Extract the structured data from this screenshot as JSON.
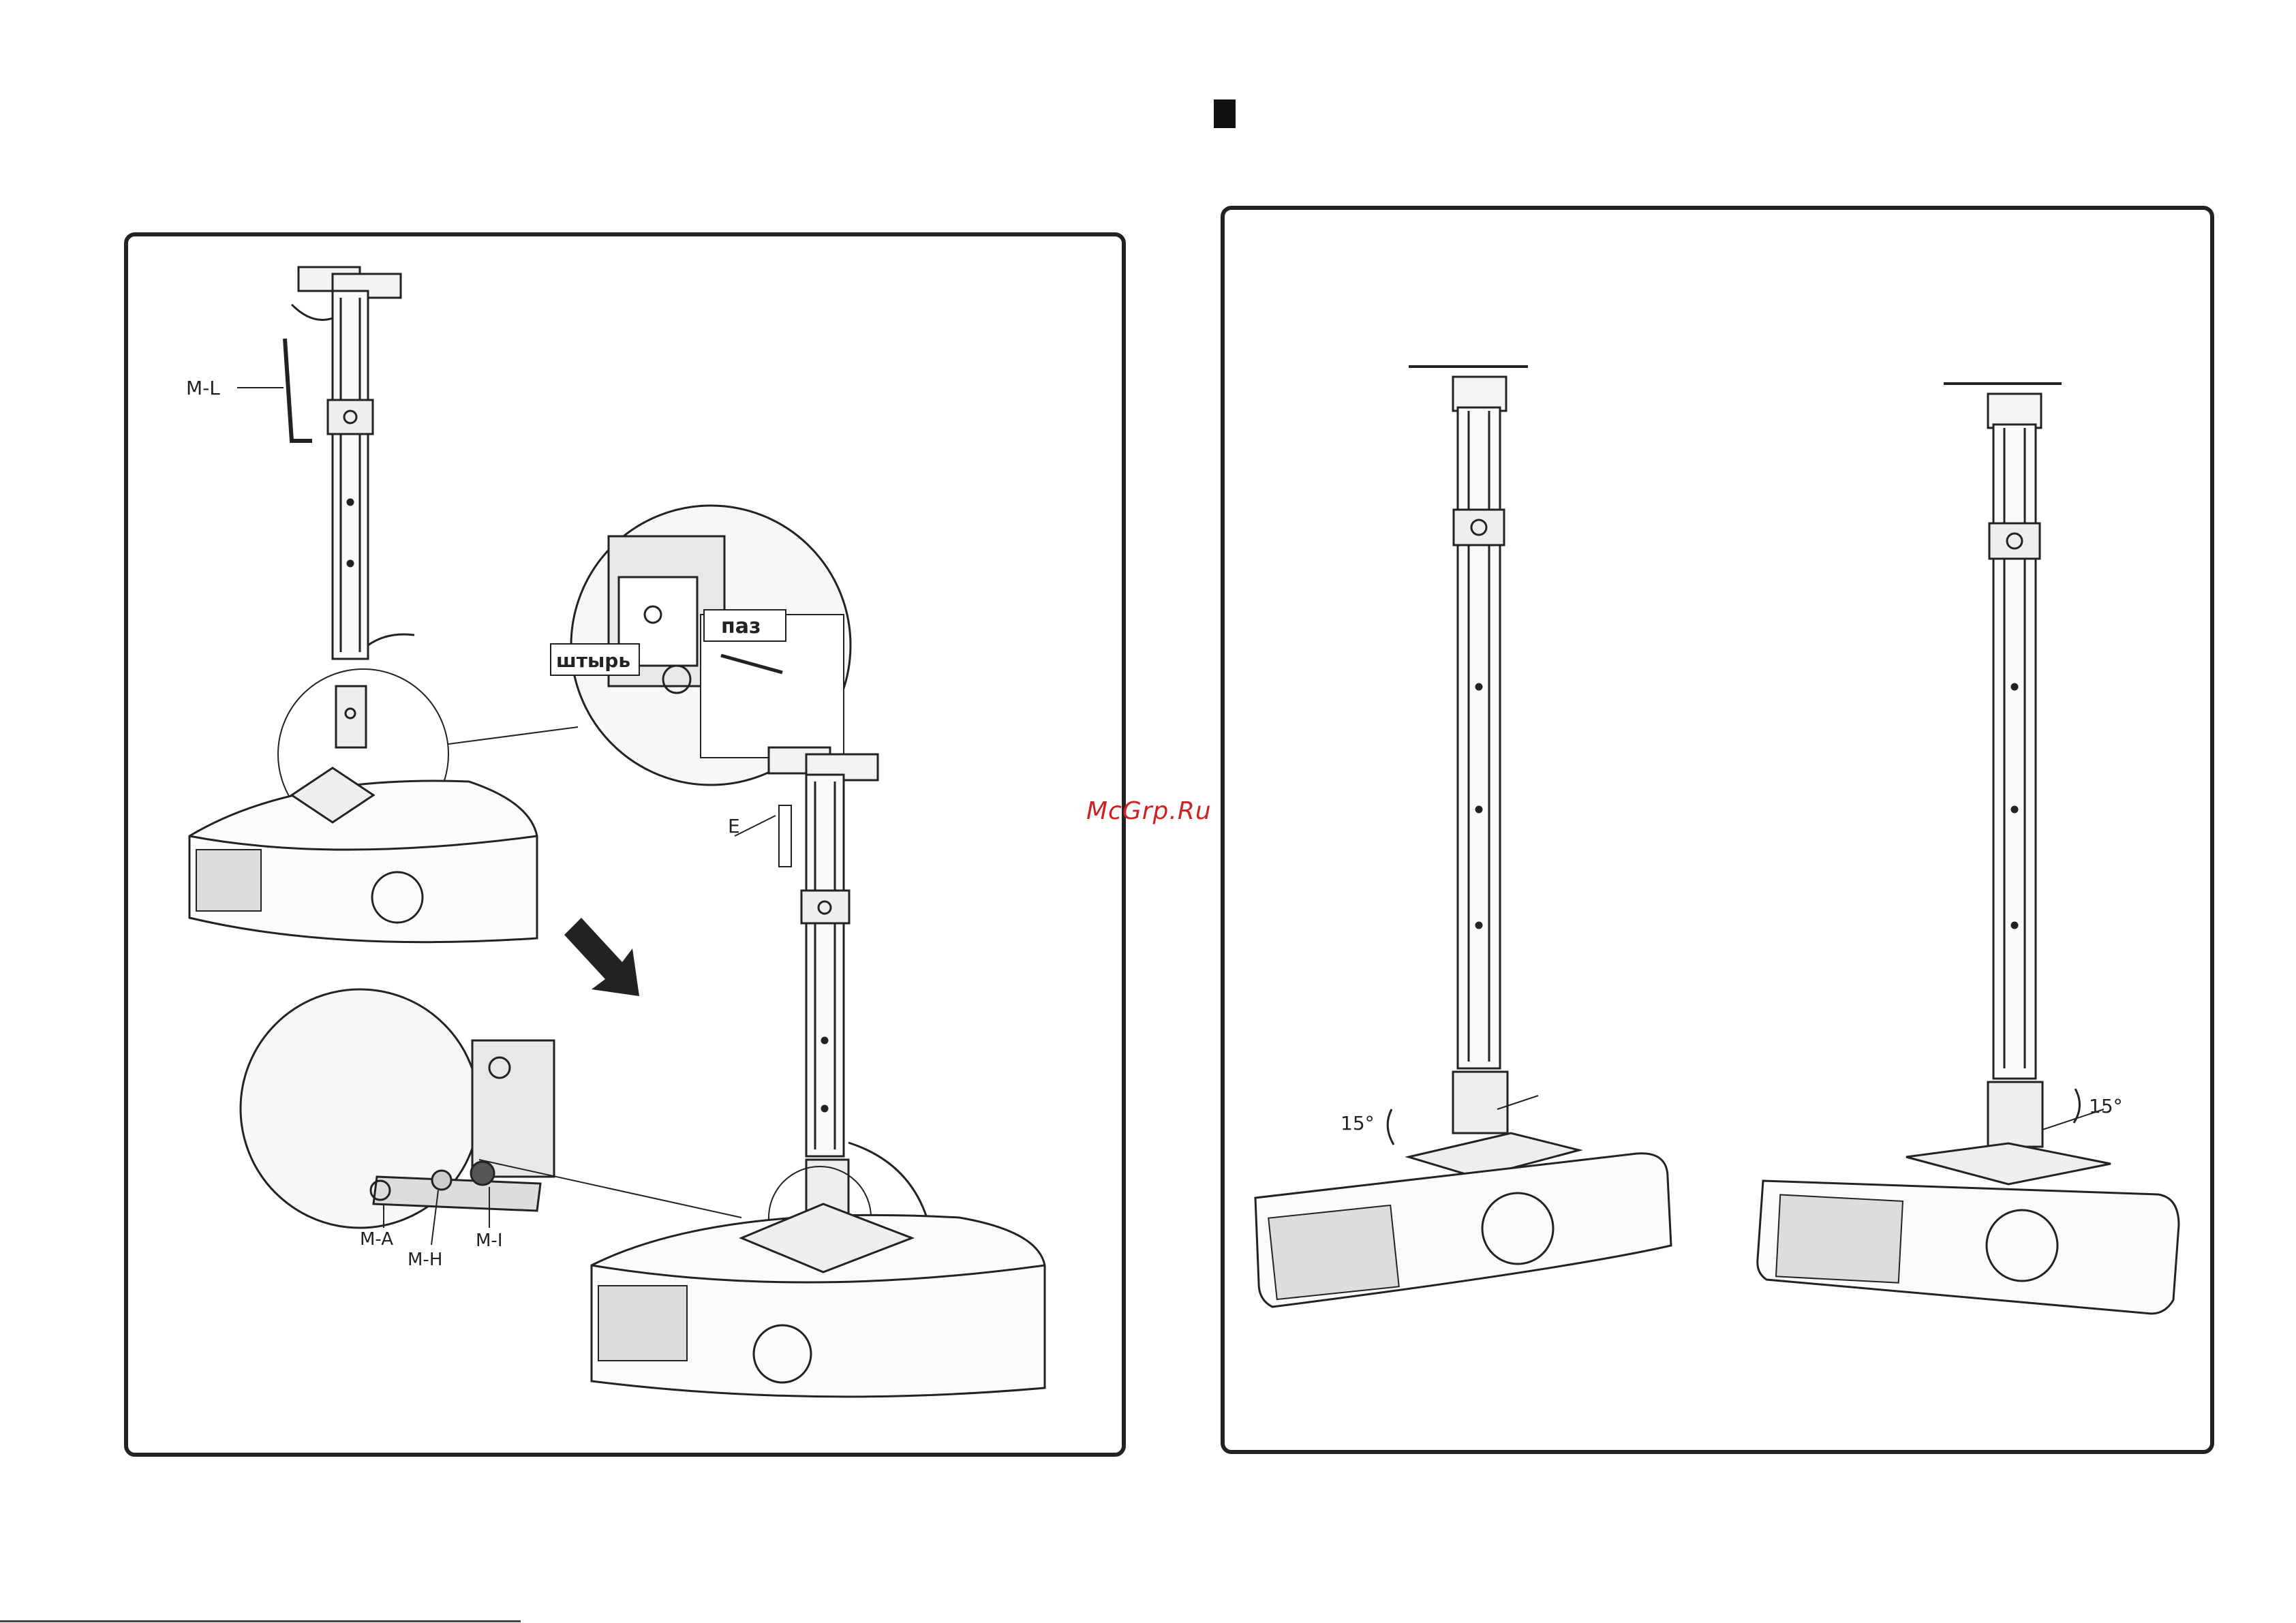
{
  "watermark": "McGrp.Ru",
  "left_panel": {
    "labels": {
      "allen_key": "M-L",
      "slot": "паз",
      "pin": "штырь",
      "part_e": "E",
      "washer_a": "M-A",
      "washer_h": "M-H",
      "washer_i": "M-I"
    }
  },
  "right_panel": {
    "tilt_left": "15°",
    "tilt_right": "15°"
  },
  "colors": {
    "line": "#222222",
    "watermark": "#cc2222"
  }
}
